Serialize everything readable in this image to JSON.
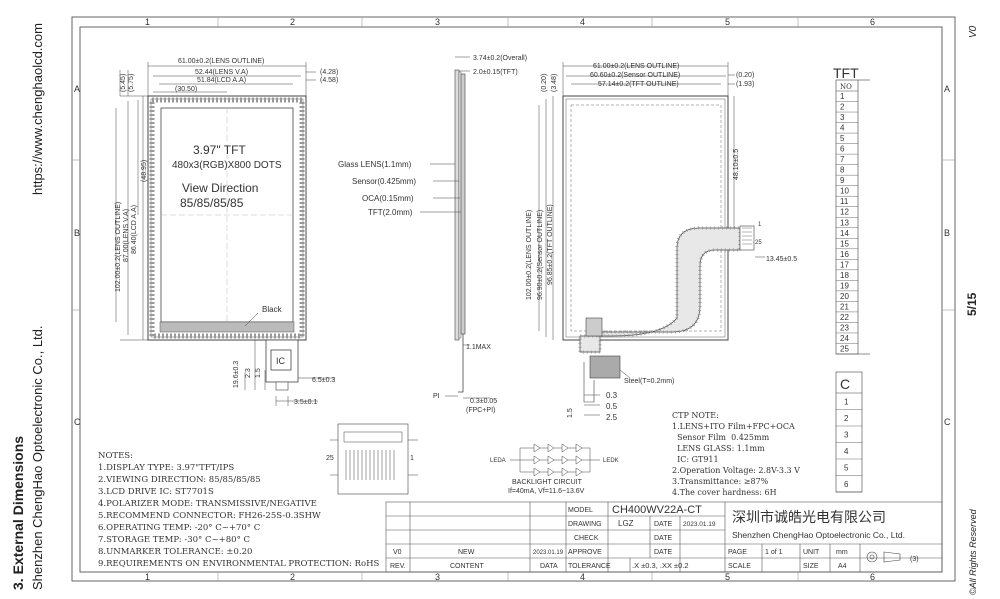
{
  "sidebar_left": {
    "section_title": "3. External Dimensions",
    "company": "Shenzhen ChengHao Optoelectronic Co., Ltd.",
    "url": "https://www.chenghaolcd.com"
  },
  "sidebar_right": {
    "version": "V0",
    "page": "5/15",
    "rights": "©All Rights Reserved"
  },
  "frame": {
    "col_labels": [
      "1",
      "2",
      "3",
      "4",
      "5",
      "6"
    ],
    "row_labels": [
      "A",
      "B",
      "C"
    ]
  },
  "front_view": {
    "dim_lens_outline": "61.00±0.2(LENS OUTLINE)",
    "dim_lens_va": "52.44(LENS V.A)",
    "dim_lcd_aa": "51.84(LCD A.A)",
    "dim_30_50": "(30.50)",
    "dim_4_28": "(4.28)",
    "dim_4_58": "(4.58)",
    "dim_5_45": "(5.45)",
    "dim_5_75": "(5.75)",
    "dim_48_95": "(48.95)",
    "dim_v_lens_outline": "102.00±0.2(LENS OUTLINE)",
    "dim_v_lens_va": "87.00(LENS V.A)",
    "dim_v_lcd_aa": "86.40(LCD A.A)",
    "size_text": "3.97\" TFT",
    "res_text": "480x3(RGB)X800 DOTS",
    "view_dir_title": "View Direction",
    "view_dir_value": "85/85/85/85",
    "black_label": "Black",
    "ic_label": "IC",
    "dim_19_6": "19.6±0.3",
    "dim_2_3": "2.3",
    "dim_1_5": "1.5",
    "dim_6_5": "6.5±0.3",
    "dim_3_5": "3.5±0.1"
  },
  "side_view": {
    "dim_overall": "3.74±0.2(Overall)",
    "dim_tft": "2.0±0.15(TFT)",
    "glass_lens": "Glass LENS(1.1mm)",
    "sensor": "Sensor(0.425mm)",
    "oca": "OCA(0.15mm)",
    "tft": "TFT(2.0mm)",
    "max_label": "1.1MAX",
    "pi_label": "PI",
    "fpc_dim": "0.3±0.05",
    "fpc_pi": "(FPC+PI)"
  },
  "rear_view": {
    "dim_lens_outline": "61.00±0.2(LENS OUTLINE)",
    "dim_sensor_outline": "60.60±0.2(Sensor OUTLINE)",
    "dim_tft_outline": "57.14±0.2(TFT OUTLINE)",
    "dim_0_20": "(0.20)",
    "dim_1_93": "(1.93)",
    "dim_v_0_20": "(0.20)",
    "dim_v_3_48": "(3.48)",
    "dim_v_lens": "102.00±0.2(LENS OUTLINE)",
    "dim_v_sensor": "96.90±0.2(Sensor OUTLINE)",
    "dim_v_tft": "96.85±0.2(TFT OUTLINE)",
    "dim_48": "48.10±0.5",
    "dim_13_45": "13.45±0.5",
    "pin_1": "1",
    "pin_25": "25",
    "steel": "Steel(T=0.2mm)",
    "dim_0_3": "0.3",
    "dim_0_5": "0.5",
    "dim_2_5": "2.5",
    "dim_1_5": "1.5"
  },
  "pin_table": {
    "title": "TFT",
    "header": "NO",
    "rows": [
      "1",
      "2",
      "3",
      "4",
      "5",
      "6",
      "7",
      "8",
      "9",
      "10",
      "11",
      "12",
      "13",
      "14",
      "15",
      "16",
      "17",
      "18",
      "19",
      "20",
      "21",
      "22",
      "23",
      "24",
      "25"
    ]
  },
  "ctp_table": {
    "title": "C",
    "rows": [
      "1",
      "2",
      "3",
      "4",
      "5",
      "6"
    ]
  },
  "notes": {
    "title": "NOTES:",
    "items": [
      "1.DISPLAY TYPE:  3.97\"TFT/IPS",
      "2.VIEWING DIRECTION: 85/85/85/85",
      "3.LCD DRIVE IC: ST7701S",
      "4.POLARIZER MODE: TRANSMISSIVE/NEGATIVE",
      "5.RECOMMEND CONNECTOR: FH26-25S-0.3SHW",
      "6.OPERATING TEMP: -20° C~+70° C",
      "7.STORAGE TEMP: -30° C~+80° C",
      "8.UNMARKER TOLERANCE: ±0.20",
      "9.REQUIREMENTS ON ENVIRONMENTAL PROTECTION: RoHS"
    ]
  },
  "ctp_notes": {
    "title": "CTP NOTE:",
    "items": [
      "1.LENS+ITO Film+FPC+OCA",
      "  Sensor Film  0.425mm",
      "  LENS GLASS: 1.1mm",
      "  IC: GT911",
      "2.Operation Voltage: 2.8V-3.3 V",
      "3.Transmittance: ≥87%",
      "4.The cover hardness: 6H"
    ]
  },
  "backlight": {
    "leda": "LEDA",
    "ledk": "LEDK",
    "title": "BACKLIGHT CIRCUIT",
    "spec": "If=40mA, Vf=11.6~13.6V"
  },
  "connector": {
    "pin_25": "25",
    "pin_1": "1"
  },
  "title_block": {
    "model_label": "MODEL",
    "model": "CH400WV22A-CT",
    "drawing_label": "DRAWING",
    "drawing": "LGZ",
    "date_label": "DATE",
    "date": "2023.01.19",
    "check_label": "CHECK",
    "approve_label": "APPROVE",
    "tolerance_label": "TOLERANCE",
    "tolerance": ".X ±0.3, .XX ±0.2",
    "scale_label": "SCALE",
    "page_label": "PAGE",
    "page": "1 of 1",
    "unit_label": "UNIT",
    "unit": "mm",
    "size_label": "SIZE",
    "size": "A4",
    "projection": "(3)",
    "company_cn": "深圳市诚皓光电有限公司",
    "company_en": "Shenzhen ChengHao Optoelectronic Co., Ltd.",
    "rev_v0": "V0",
    "rev_new": "NEW",
    "rev_date": "2023.01.19",
    "rev_label": "REV.",
    "content_label": "CONTENT",
    "data_label": "DATA"
  }
}
